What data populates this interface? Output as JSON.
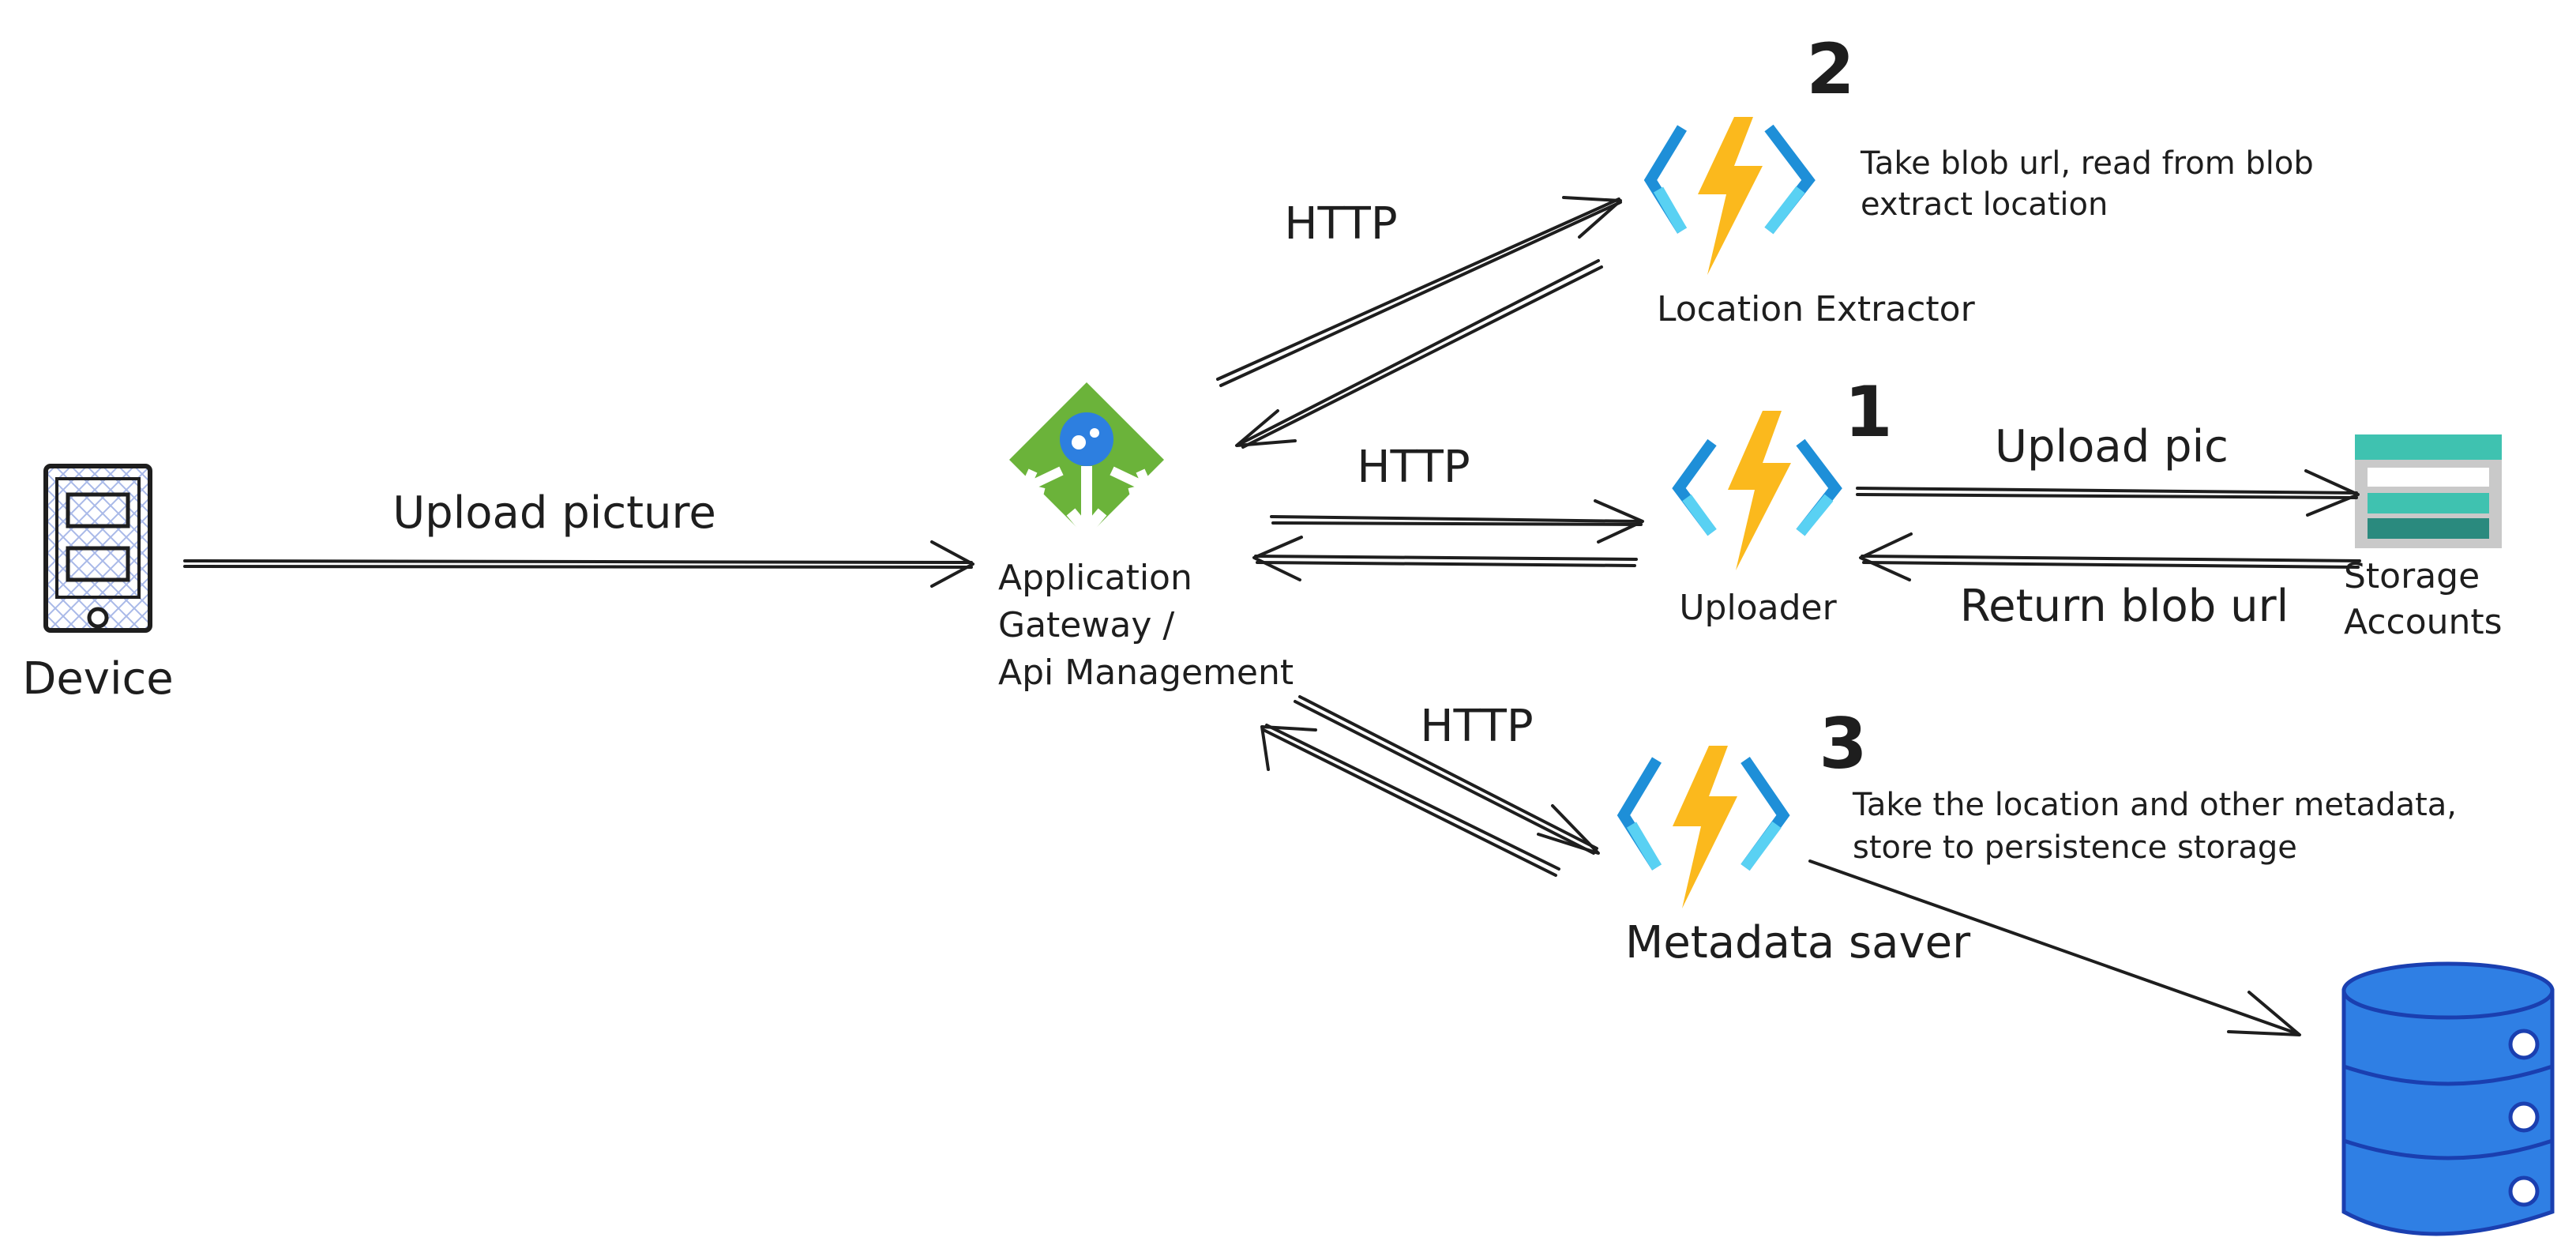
{
  "nodes": {
    "device": {
      "label": "Device"
    },
    "gateway": {
      "label_lines": [
        "Application",
        "Gateway /",
        "Api Management"
      ]
    },
    "location_extractor": {
      "step": "2",
      "label": "Location Extractor",
      "description_lines": [
        "Take blob url, read from blob",
        "extract location"
      ]
    },
    "uploader": {
      "step": "1",
      "label": "Uploader"
    },
    "storage": {
      "label_lines": [
        "Storage",
        "Accounts"
      ]
    },
    "metadata_saver": {
      "step": "3",
      "label": "Metadata saver",
      "description_lines": [
        "Take the location and other metadata,",
        "store to persistence storage"
      ]
    }
  },
  "edges": {
    "upload_picture": "Upload picture",
    "http_extractor": "HTTP",
    "http_uploader": "HTTP",
    "http_metadata": "HTTP",
    "upload_pic": "Upload pic",
    "return_blob_url": "Return blob url"
  },
  "colors": {
    "ink": "#1e1e1e",
    "function_blue": "#1e8fd8",
    "function_light_blue": "#59d1f3",
    "function_bolt": "#fbb91d",
    "gateway_green": "#6bb33a",
    "gateway_blue": "#2d7fe0",
    "storage_teal": "#3fc2b0",
    "storage_dark_teal": "#2a8a7e",
    "storage_gray": "#c9c9c9",
    "database_blue": "#2f7fe4",
    "device_hatch": "#a9b9e8"
  }
}
